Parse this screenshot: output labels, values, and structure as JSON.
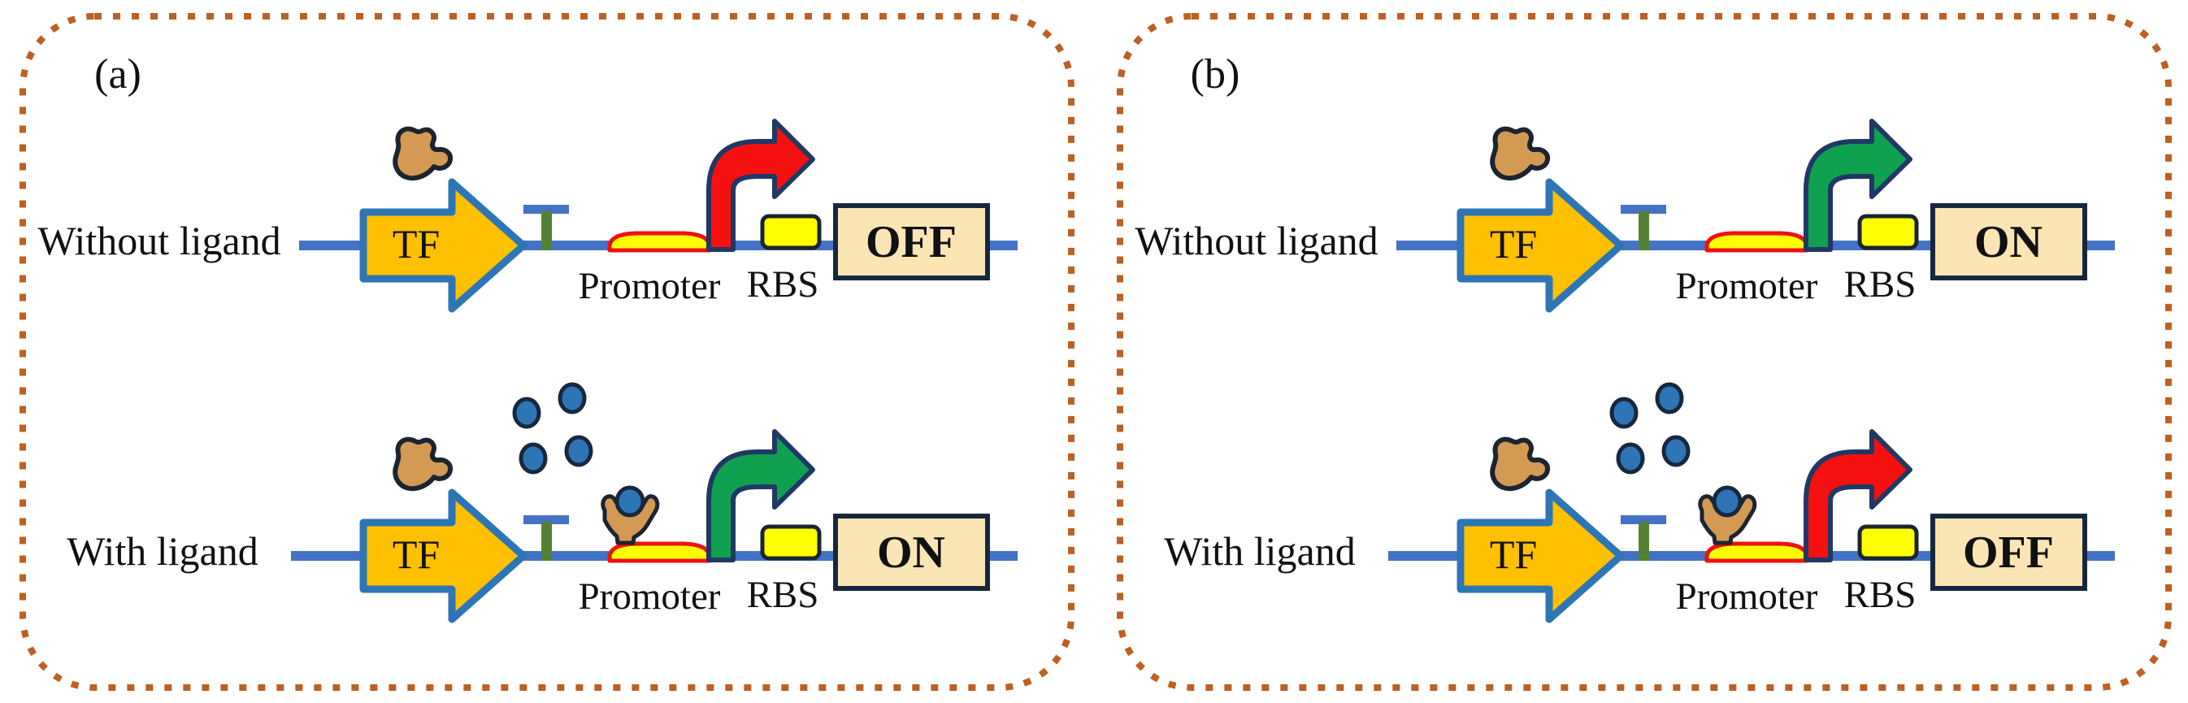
{
  "diagram": {
    "description_visible_text_only": "",
    "panels": [
      {
        "label": "(a)",
        "rows": [
          {
            "condition": "Without ligand",
            "tf": "TF",
            "promoter": "Promoter",
            "rbs": "RBS",
            "state": "OFF",
            "state_color": "#e21616",
            "arrow_color": "#f61111",
            "ligand_present": false
          },
          {
            "condition": "With ligand",
            "tf": "TF",
            "promoter": "Promoter",
            "rbs": "RBS",
            "state": "ON",
            "state_color": "#1fa24c",
            "arrow_color": "#10a150",
            "ligand_present": true
          }
        ]
      },
      {
        "label": "(b)",
        "rows": [
          {
            "condition": "Without ligand",
            "tf": "TF",
            "promoter": "Promoter",
            "rbs": "RBS",
            "state": "ON",
            "state_color": "#1fa24c",
            "arrow_color": "#10a150",
            "ligand_present": false
          },
          {
            "condition": "With ligand",
            "tf": "TF",
            "promoter": "Promoter",
            "rbs": "RBS",
            "state": "OFF",
            "state_color": "#e21616",
            "arrow_color": "#f61111",
            "ligand_present": true
          }
        ]
      }
    ]
  },
  "colors": {
    "background": "#ffffff",
    "panel_border": "#bc6023",
    "dna_line": "#4472c4",
    "tf_arrow_fill": "#ffc000",
    "tf_arrow_border": "#2e75b6",
    "tf_protein_fill": "#d49a53",
    "tf_protein_border": "#1c2430",
    "operator_bar": "#4472c4",
    "operator_stem": "#548235",
    "promoter_fill": "#ffff00",
    "promoter_border": "#ee1111",
    "rbs_fill": "#ffff00",
    "rbs_border": "#1c2430",
    "arrow_border": "#203864",
    "state_box_fill": "#fbe5b5",
    "state_box_border": "#17283d",
    "ligand_fill": "#2e75b6",
    "ligand_border": "#17283d",
    "text": "#111111"
  }
}
